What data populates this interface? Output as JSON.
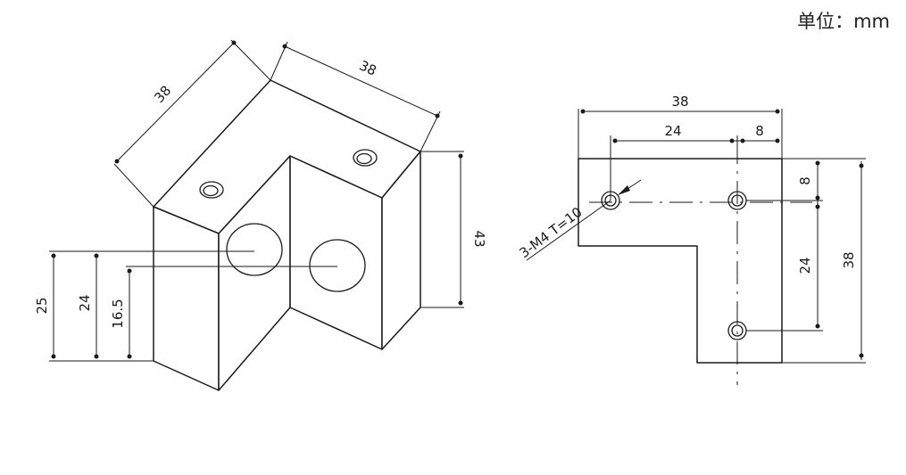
{
  "unit_label": "单位：mm",
  "iso": {
    "dim_top_left": "38",
    "dim_top_right": "38",
    "dim_height": "43",
    "dim_25": "25",
    "dim_24": "24",
    "dim_16_5": "16.5"
  },
  "plan": {
    "dim_width": "38",
    "dim_24_horizontal": "24",
    "dim_8_horizontal": "8",
    "dim_8_vertical": "8",
    "dim_24_vertical": "24",
    "dim_height": "38",
    "hole_callout": "3-M4 T=10"
  }
}
